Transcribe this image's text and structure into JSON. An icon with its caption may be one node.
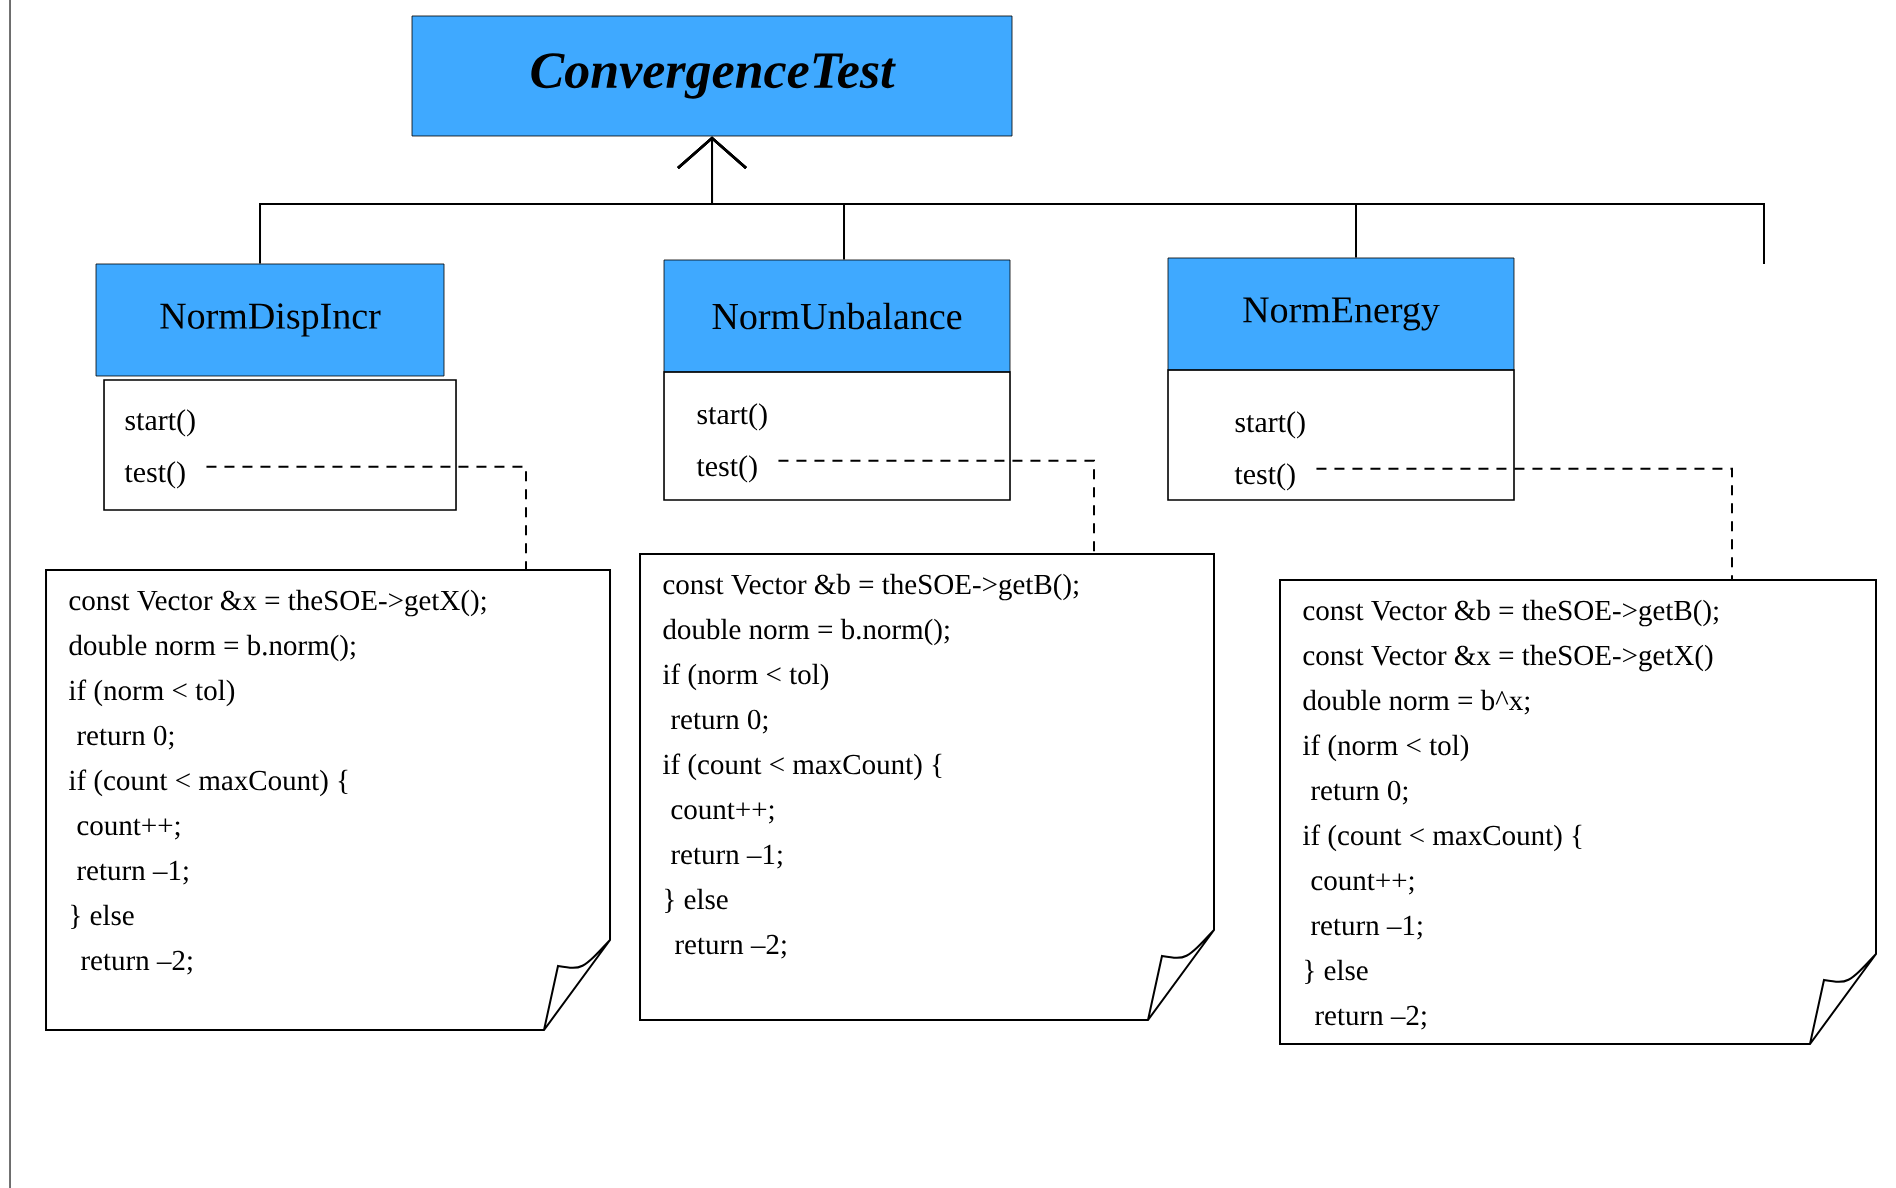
{
  "diagram": {
    "nodes": [
      {
        "text": [
          "ConvergenceTest"
        ]
      },
      {
        "text": [
          "NormDispIncr",
          "start()",
          "test()"
        ]
      },
      {
        "text": [
          "NormUnbalance",
          "start()",
          "test()"
        ]
      },
      {
        "text": [
          "NormEnergy",
          "start()",
          "test()"
        ]
      },
      {
        "text": [
          "const Vector &x = theSOE->getX();",
          "double norm = b.norm();",
          "if (norm < tol)",
          "return 0;",
          "if (count < maxCount) {",
          "count++;",
          "return –1;",
          "} else",
          "return –2;"
        ]
      },
      {
        "text": [
          "const Vector &b = theSOE->getB();",
          "double norm = b.norm();",
          "if (norm < tol)",
          "return 0;",
          "if (count < maxCount) {",
          "count++;",
          "return –1;",
          "} else",
          "return –2;"
        ]
      },
      {
        "text": [
          "const Vector &b = theSOE->getB();",
          "const Vector &x = theSOE->getX()",
          "double norm = b^x;",
          "if (norm < tol)",
          "return 0;",
          "if (count < maxCount) {",
          "count++;",
          "return –1;",
          "} else",
          "return –2;"
        ]
      }
    ],
    "edges": [
      {
        "from": 1,
        "to": 0,
        "arrow": "to"
      },
      {
        "from": 2,
        "to": 0,
        "arrow": "to"
      },
      {
        "from": 3,
        "to": 0,
        "arrow": "to"
      },
      {
        "from": null,
        "to": 0,
        "arrow": "to"
      },
      {
        "from": 1,
        "to": 4,
        "arrow": "none",
        "style": "dashed"
      },
      {
        "from": 2,
        "to": 5,
        "arrow": "none",
        "style": "dashed"
      },
      {
        "from": 3,
        "to": 6,
        "arrow": "none",
        "style": "dashed"
      }
    ]
  }
}
